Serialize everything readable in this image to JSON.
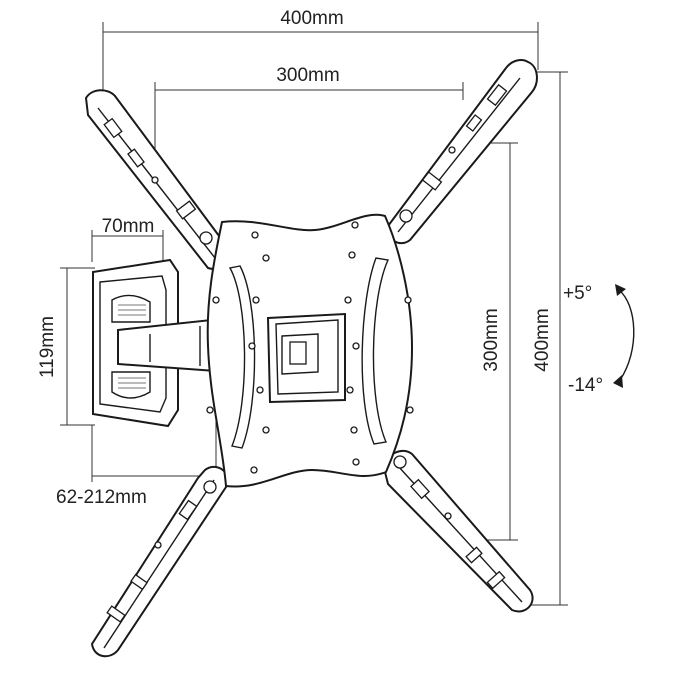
{
  "dimensions": {
    "overall_width": "400mm",
    "inner_width": "300mm",
    "inner_height": "300mm",
    "overall_height": "400mm",
    "wall_plate_width": "70mm",
    "wall_plate_height": "119mm",
    "extension": "62-212mm"
  },
  "tilt": {
    "up": "+5°",
    "down": "-14°"
  },
  "colors": {
    "line": "#1a1a1a",
    "background": "#ffffff"
  }
}
